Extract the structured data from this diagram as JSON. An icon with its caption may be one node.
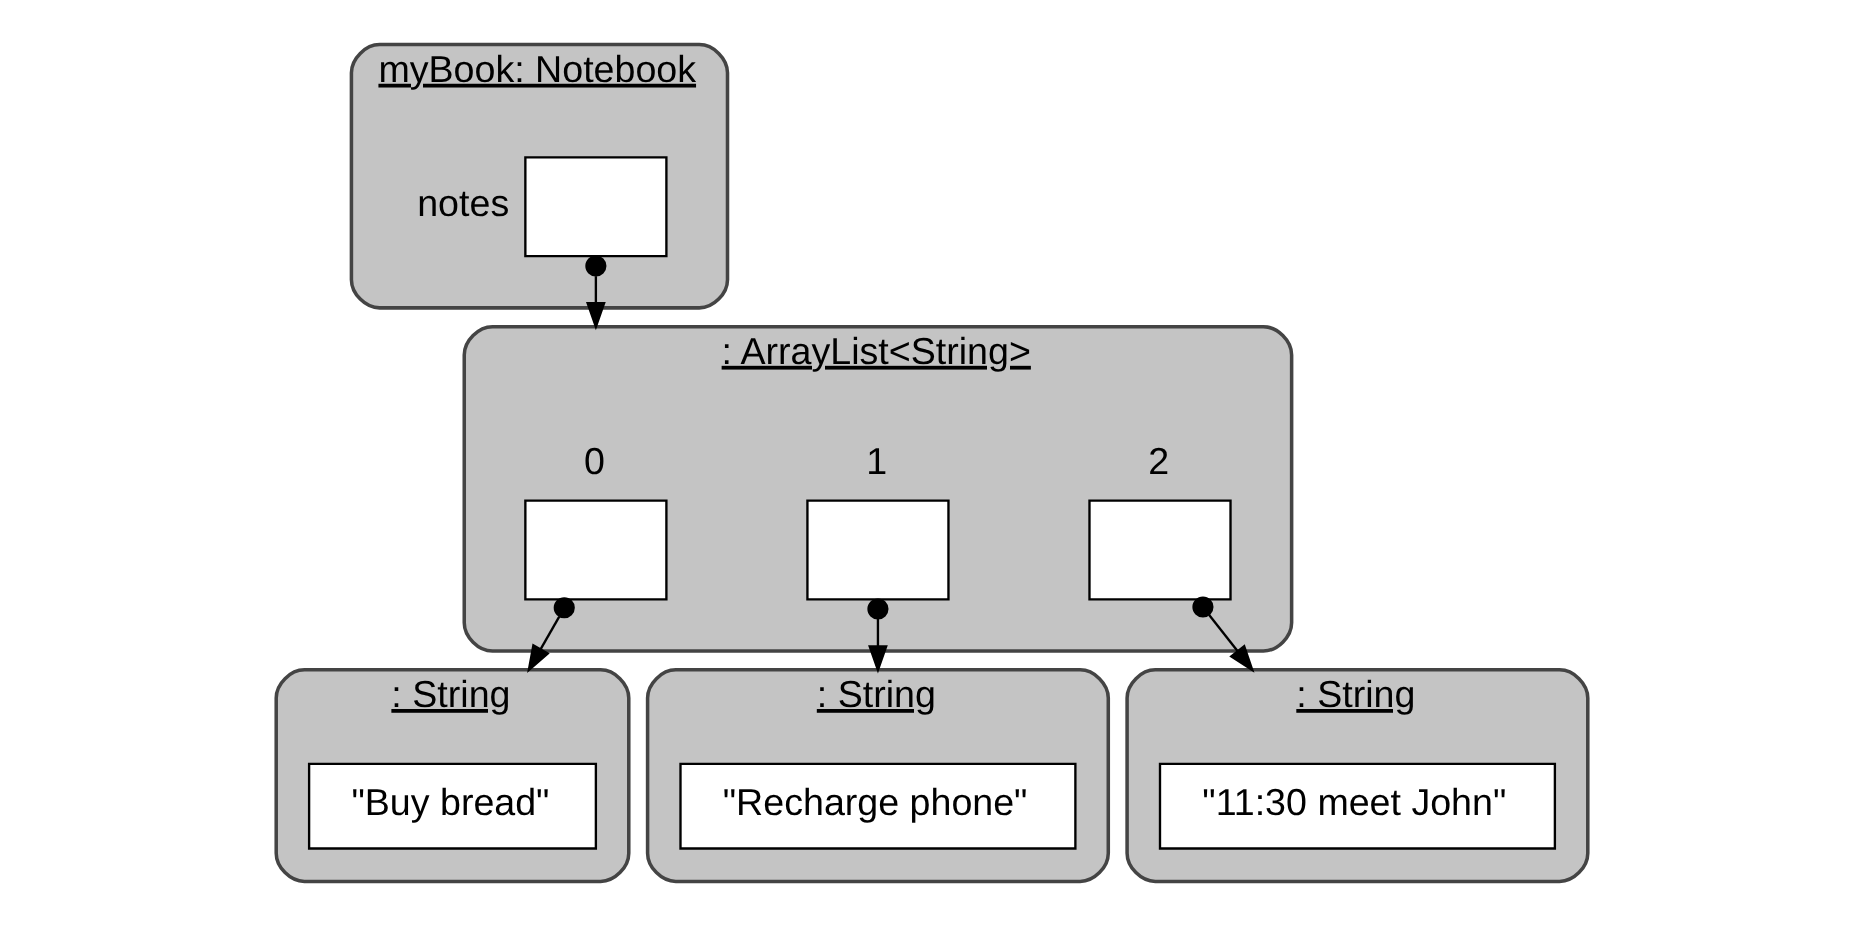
{
  "diagram": {
    "nodes": [
      {
        "text": [
          "myBook: Notebook"
        ]
      },
      {
        "text": [],
        "shape": "box",
        "in": 0,
        "beside": [
          "notes"
        ]
      },
      {
        "text": [
          ": ArrayList<String>"
        ]
      },
      {
        "text": [],
        "shape": "box",
        "in": 2,
        "beside": [
          "0"
        ]
      },
      {
        "text": [],
        "shape": "box",
        "in": 2,
        "beside": [
          "1"
        ]
      },
      {
        "text": [],
        "shape": "box",
        "in": 2,
        "beside": [
          "2"
        ]
      },
      {
        "text": [
          ": String"
        ]
      },
      {
        "text": [
          "\"Buy bread\""
        ],
        "in": 6
      },
      {
        "text": [
          ": String"
        ]
      },
      {
        "text": [
          "\"Recharge phone\""
        ],
        "in": 8
      },
      {
        "text": [
          ": String"
        ]
      },
      {
        "text": [
          "\"11:30 meet John\""
        ],
        "in": 10
      }
    ],
    "edges": [
      {
        "from": 1,
        "to": 2,
        "arrow": "to"
      },
      {
        "from": 3,
        "to": 6,
        "arrow": "to"
      },
      {
        "from": 4,
        "to": 8,
        "arrow": "to"
      },
      {
        "from": 5,
        "to": 10,
        "arrow": "to"
      }
    ]
  }
}
